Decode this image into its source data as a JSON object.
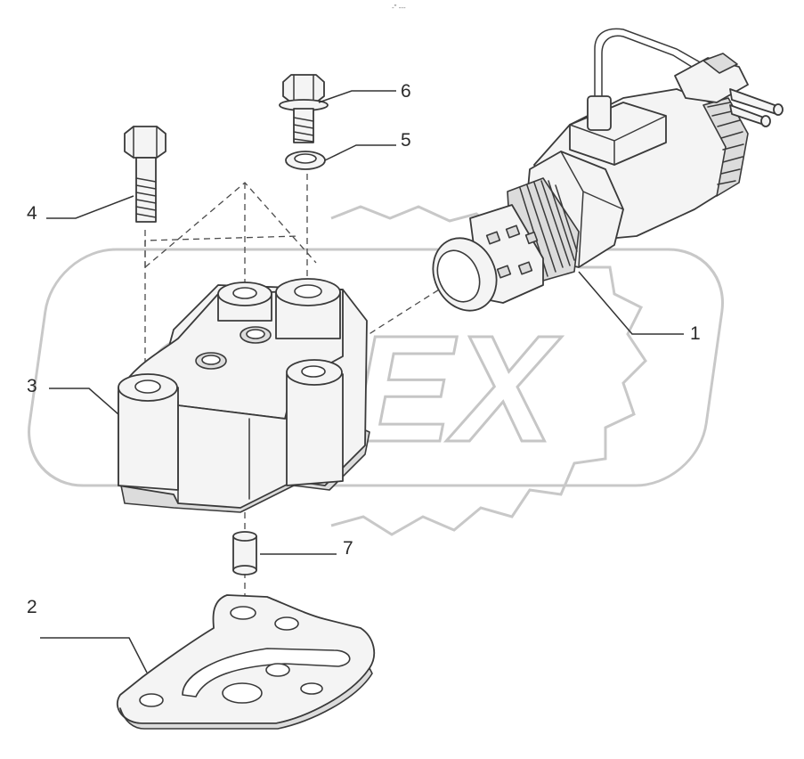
{
  "header": {
    "mark": "-\" ---"
  },
  "watermark": {
    "text": "OPEX",
    "color": "#c6c6c6"
  },
  "callouts": [
    {
      "id": "1",
      "label": "1"
    },
    {
      "id": "2",
      "label": "2"
    },
    {
      "id": "3",
      "label": "3"
    },
    {
      "id": "4",
      "label": "4"
    },
    {
      "id": "5",
      "label": "5"
    },
    {
      "id": "6",
      "label": "6"
    },
    {
      "id": "7",
      "label": "7"
    }
  ],
  "colors": {
    "line": "#3a3a3a",
    "fill": "#f4f4f4",
    "shade": "#dcdcdc"
  }
}
